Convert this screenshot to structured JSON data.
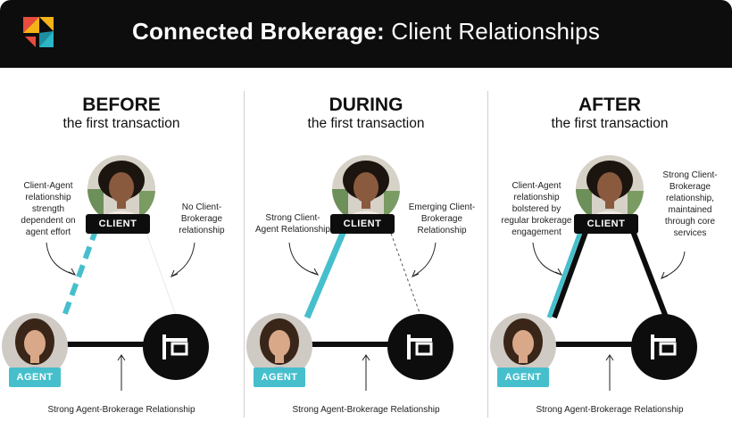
{
  "header": {
    "title_bold": "Connected Brokerage:",
    "title_regular": " Client Relationships"
  },
  "badges": {
    "client": "CLIENT",
    "agent": "AGENT"
  },
  "colors": {
    "accent": "#46bfcc",
    "dark": "#0d0d0d",
    "logo_red": "#e94b3c",
    "logo_yellow": "#f5b31a",
    "logo_teal": "#2bb5c5"
  },
  "icons": {
    "brokerage": "sign-post-icon",
    "logo": "brand-logo-icon"
  },
  "panels": [
    {
      "heading": "BEFORE",
      "subheading": "the first transaction",
      "left_note": [
        "Client-Agent",
        "relationship",
        "strength",
        "dependent on",
        "agent effort"
      ],
      "right_note": [
        "No Client-",
        "Brokerage",
        "relationship"
      ],
      "bottom_note": "Strong Agent-Brokerage Relationship"
    },
    {
      "heading": "DURING",
      "subheading": "the first transaction",
      "left_note": [
        "Strong Client-",
        "Agent Relationship"
      ],
      "right_note": [
        "Emerging Client-",
        "Brokerage",
        "Relationship"
      ],
      "bottom_note": "Strong Agent-Brokerage Relationship"
    },
    {
      "heading": "AFTER",
      "subheading": "the first transaction",
      "left_note": [
        "Client-Agent",
        "relationship",
        "bolstered by",
        "regular brokerage",
        "engagement"
      ],
      "right_note": [
        "Strong Client-",
        "Brokerage",
        "relationship,",
        "maintained",
        "through core",
        "services"
      ],
      "bottom_note": "Strong Agent-Brokerage Relationship"
    }
  ]
}
